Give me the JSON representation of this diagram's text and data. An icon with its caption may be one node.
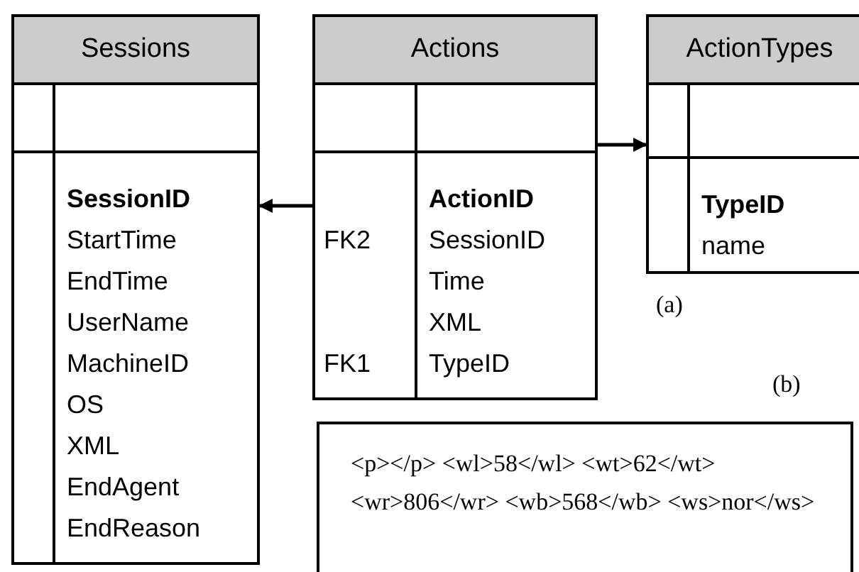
{
  "diagram": {
    "nodes": [
      {
        "text": [
          "Sessions",
          "SessionID",
          "StartTime",
          "EndTime",
          "UserName",
          "MachineID",
          "OS",
          "XML",
          "EndAgent",
          "EndReason"
        ]
      },
      {
        "text": [
          "Actions",
          "ActionID",
          "FK2",
          "SessionID",
          "Time",
          "XML",
          "FK1",
          "TypeID"
        ]
      },
      {
        "text": [
          "ActionTypes",
          "TypeID",
          "name"
        ]
      },
      {
        "text": [
          "<p></p> <wl>58</wl> <wt>62</wt> <wr>806</wr> <wb>568</wb> <ws>nor</ws>"
        ]
      }
    ],
    "edges": [
      {
        "from": 1,
        "to": 0,
        "arrow": "to"
      },
      {
        "from": 1,
        "to": 2,
        "arrow": "to"
      }
    ],
    "labels": [
      "(a)",
      "(b)"
    ]
  }
}
